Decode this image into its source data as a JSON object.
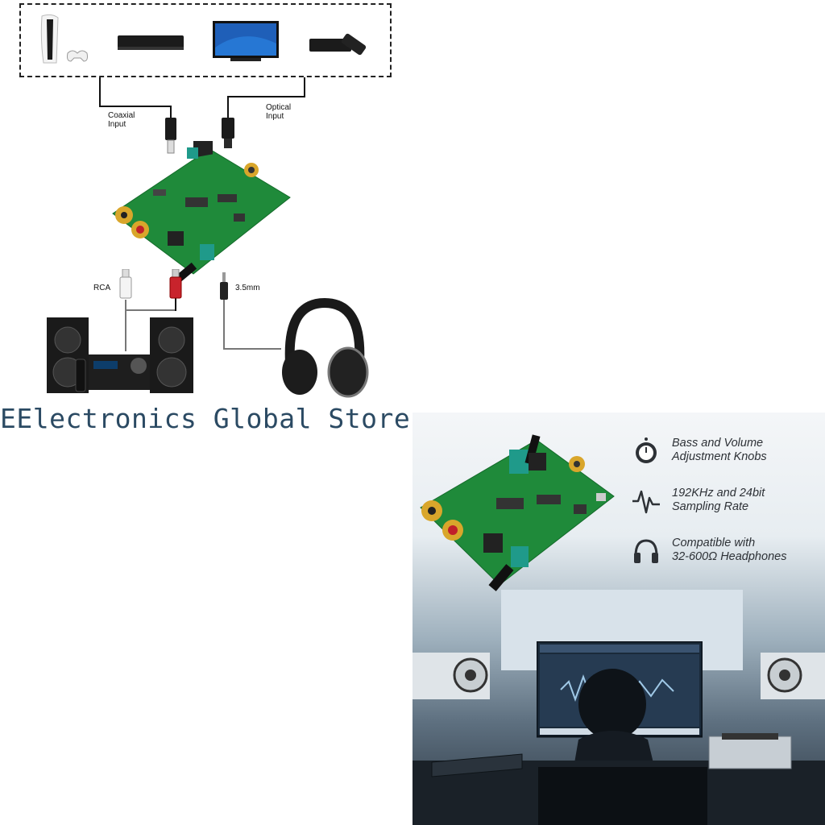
{
  "diagram": {
    "coaxial_label": [
      "Coaxial",
      "Input"
    ],
    "optical_label": [
      "Optical",
      "Input"
    ],
    "rca_label": "RCA",
    "jack_label": "3.5mm",
    "source_devices": [
      "game-console-icon",
      "blu-ray-player-icon",
      "tv-icon",
      "streaming-box-icon"
    ],
    "output_devices": [
      "stereo-system-icon",
      "headphones-icon"
    ]
  },
  "store_name": "EElectronics Global Store",
  "features": [
    {
      "icon": "knob-icon",
      "line1": "Bass and Volume",
      "line2": "Adjustment Knobs"
    },
    {
      "icon": "waveform-icon",
      "line1": "192KHz and 24bit",
      "line2": "Sampling Rate"
    },
    {
      "icon": "headphones-icon",
      "line1": "Compatible with",
      "line2": "32-600Ω Headphones"
    }
  ],
  "colors": {
    "pcb": "#1f8a3a",
    "gold": "#d9a62b",
    "store_text": "#2b4a63"
  }
}
